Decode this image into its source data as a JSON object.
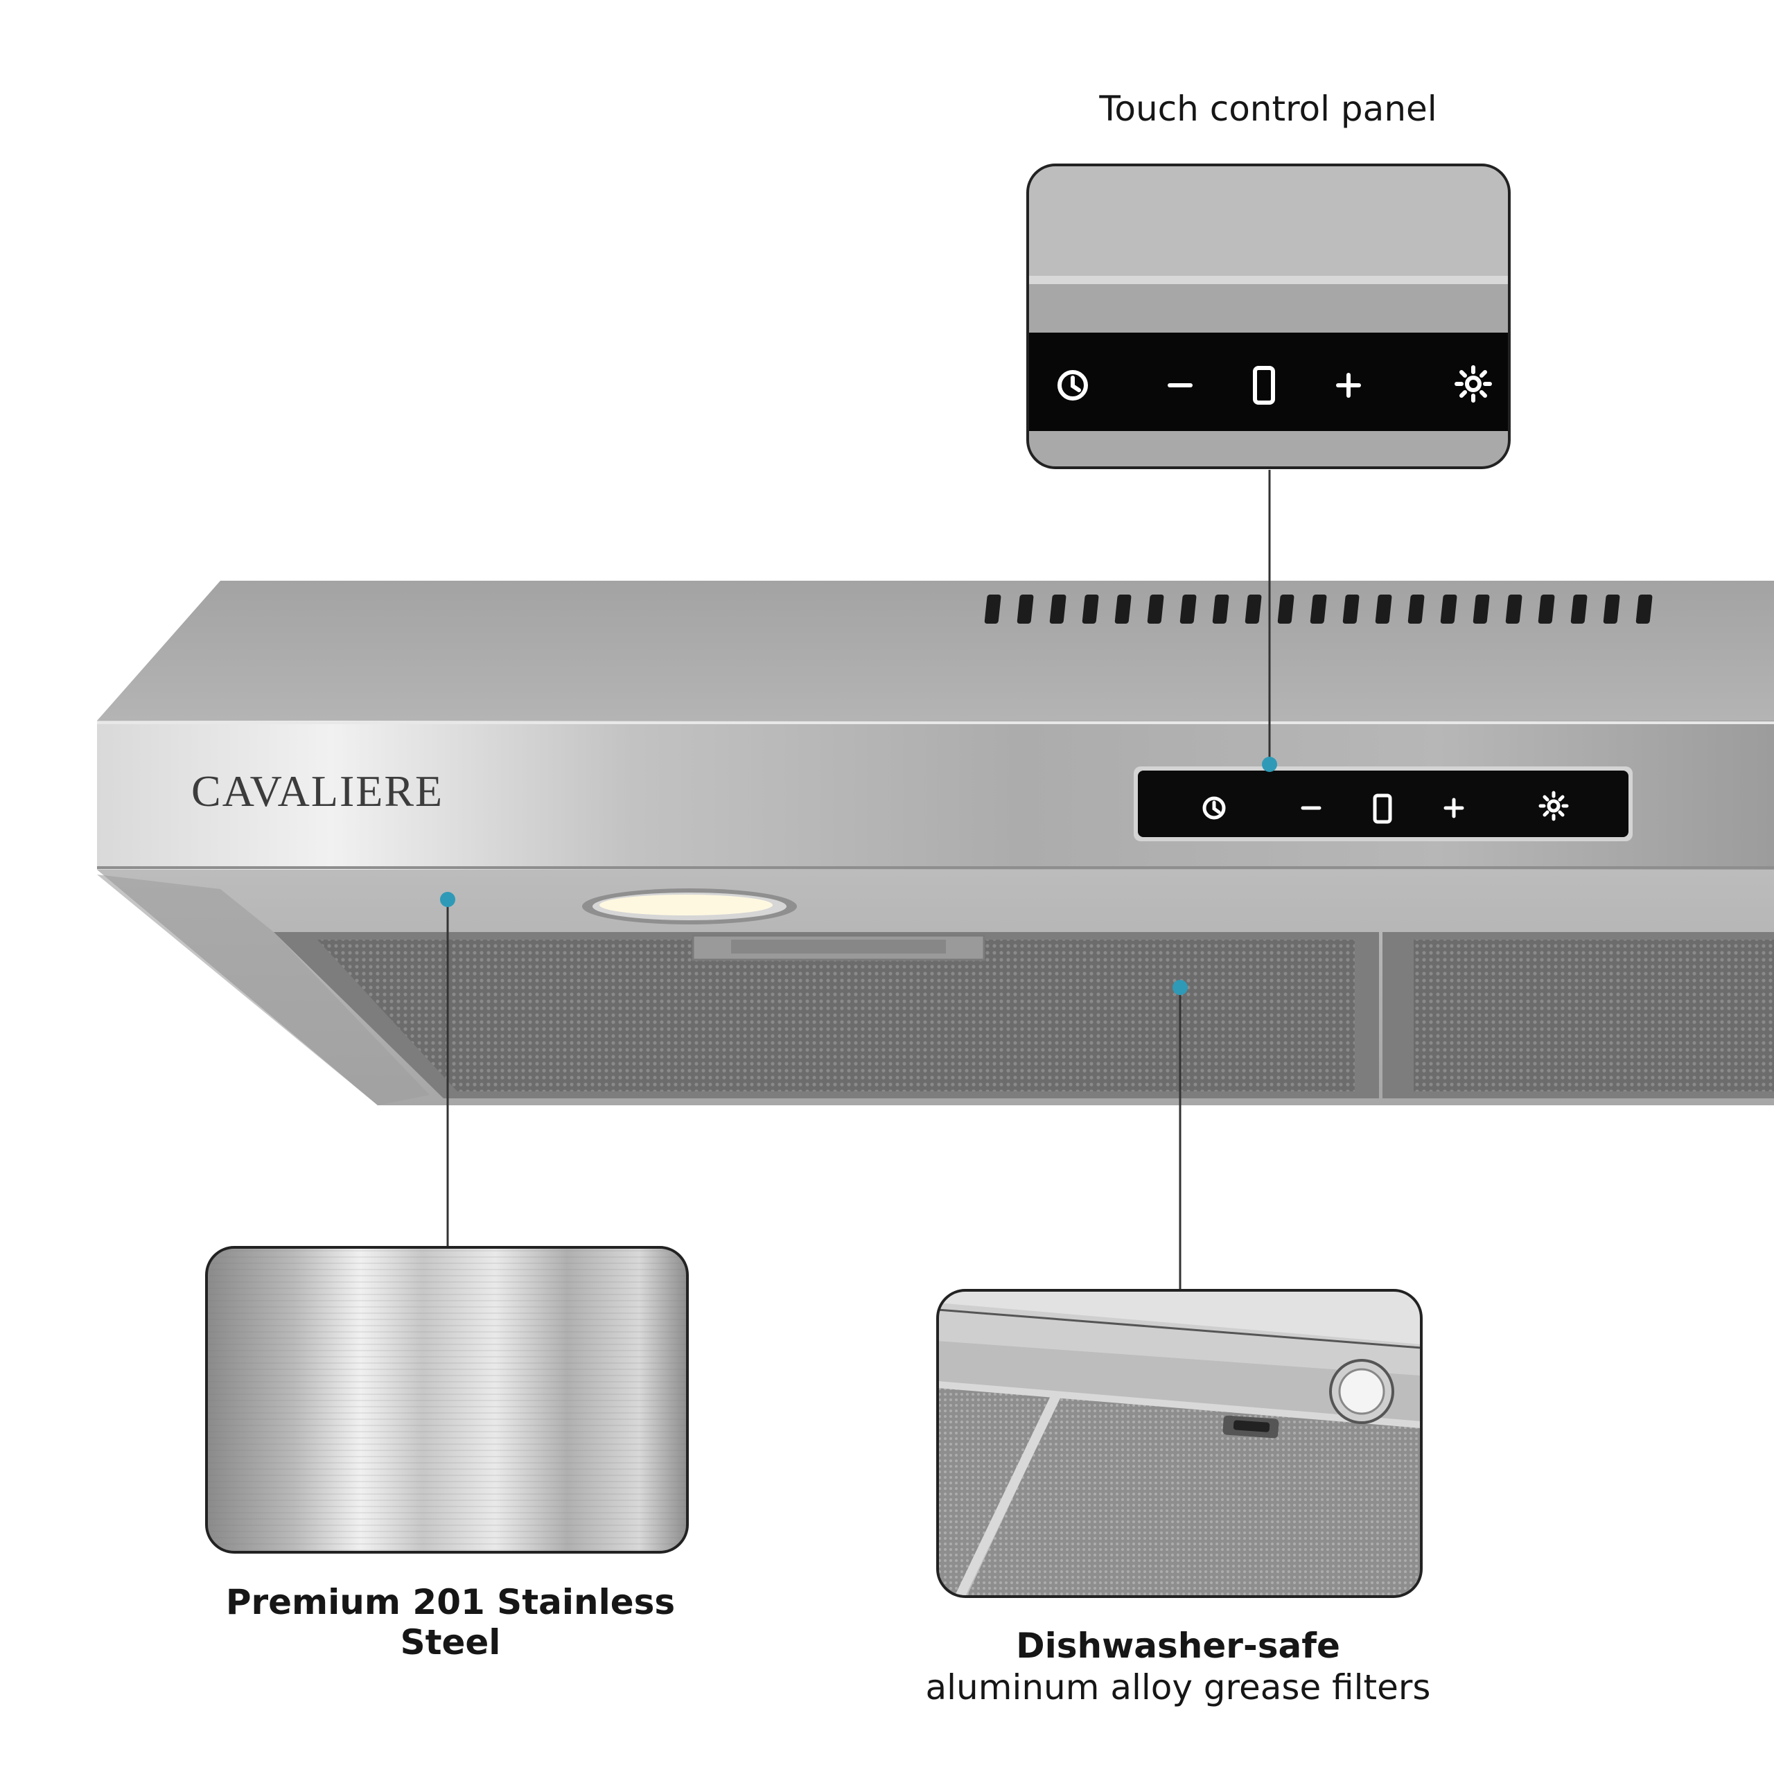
{
  "brand": "CAVALIERE",
  "callouts": {
    "touch_panel": "Touch control panel",
    "stainless": "Premium 201 Stainless Steel",
    "filters_title": "Dishwasher-safe",
    "filters_subtitle": "aluminum alloy grease filters"
  },
  "panel": {
    "display_value": "0",
    "buttons": [
      "timer-icon",
      "minus-icon",
      "plus-icon",
      "light-icon"
    ]
  },
  "colors": {
    "accent_dot": "#2e9ab7",
    "panel_black": "#0b0b0b",
    "steel": "#a9a9a9"
  }
}
